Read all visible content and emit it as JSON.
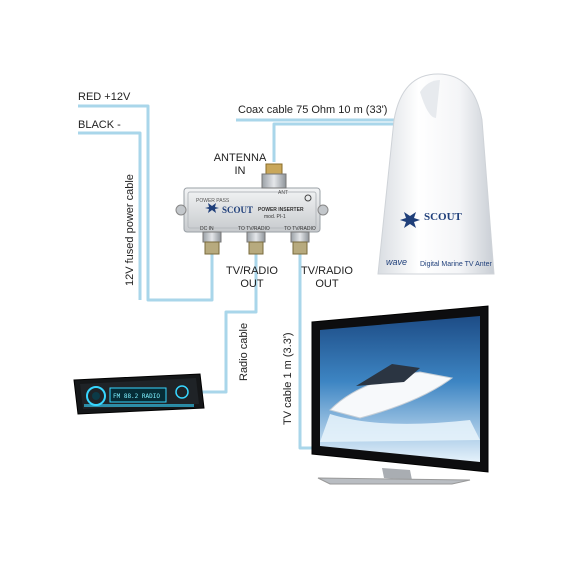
{
  "labels": {
    "red": "RED +12V",
    "black": "BLACK -",
    "coax": "Coax cable 75 Ohm 10 m (33')",
    "antenna_in_1": "ANTENNA",
    "antenna_in_2": "IN",
    "power_cable": "12V fused power cable",
    "out1_1": "TV/RADIO",
    "out1_2": "OUT",
    "out2_1": "TV/RADIO",
    "out2_2": "OUT",
    "radio_cable": "Radio cable",
    "tv_cable": "TV cable 1 m (3.3')"
  },
  "device": {
    "brand": "SCOUT",
    "model_line1": "POWER INSERTER",
    "model_line2": "mod. PI-1",
    "ant_label": "ANT",
    "dc_in": "DC IN",
    "out1": "TO TV/RADIO",
    "out2": "TO TV/RADIO",
    "top_small": "POWER PASS"
  },
  "antenna": {
    "brand": "SCOUT",
    "wave": "wave",
    "caption": "Digital Marine TV Antenna"
  },
  "radio": {
    "display": "FM 88.2 RADIO"
  },
  "colors": {
    "cable": "#a9d6ea",
    "device": "#e4e6e8",
    "brand_blue": "#1f3f7a",
    "radio_accent": "#37d6ff"
  }
}
